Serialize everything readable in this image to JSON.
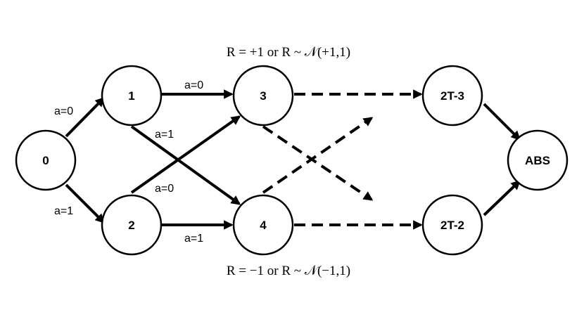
{
  "nodes": {
    "n0": "0",
    "n1": "1",
    "n2": "2",
    "n3": "3",
    "n4": "4",
    "n2t3": "2T-3",
    "n2t2": "2T-2",
    "abs": "ABS"
  },
  "edges": {
    "e01": "a=0",
    "e02": "a=1",
    "e13": "a=0",
    "e14": "a=1",
    "e23": "a=0",
    "e24": "a=1"
  },
  "rewards": {
    "top": "R = +1 or R ~ 𝒩(+1,1)",
    "bottom": "R = −1 or R ~ 𝒩(−1,1)"
  }
}
